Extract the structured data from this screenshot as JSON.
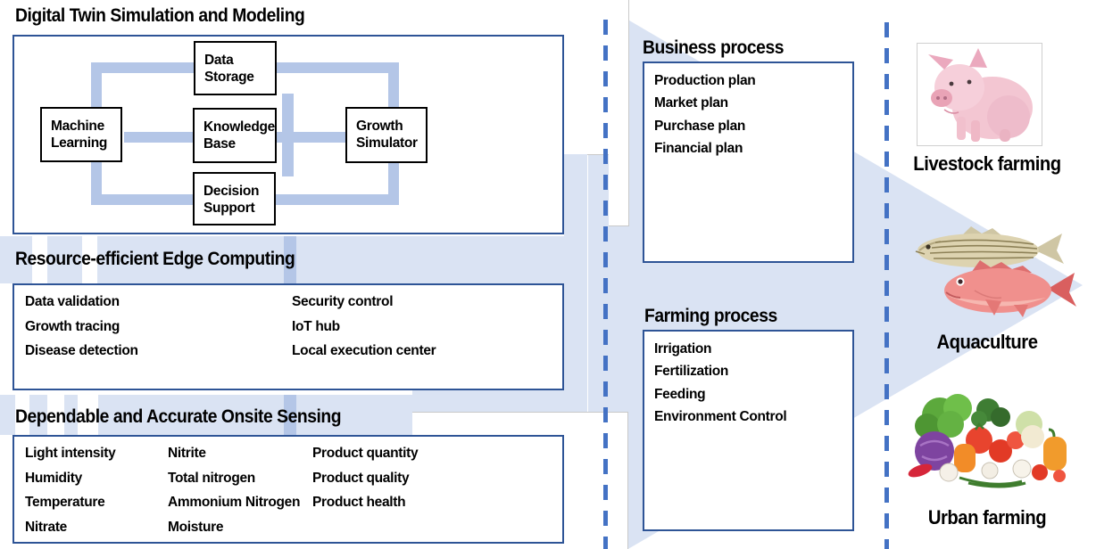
{
  "diagram": {
    "digital_twin": {
      "title": "Digital Twin Simulation and Modeling",
      "nodes": {
        "data_storage": "Data\nStorage",
        "machine_learning": "Machine\nLearning",
        "knowledge_base": "Knowledge\nBase",
        "growth_simulator": "Growth\nSimulator",
        "decision_support": "Decision\nSupport"
      }
    },
    "edge_computing": {
      "title": "Resource-efficient Edge Computing",
      "col1": [
        "Data validation",
        "Growth tracing",
        "Disease detection"
      ],
      "col2": [
        "Security control",
        "IoT hub",
        "Local execution center"
      ]
    },
    "sensing": {
      "title": "Dependable and Accurate Onsite Sensing",
      "col1": [
        "Light intensity",
        "Humidity",
        "Temperature",
        "Nitrate"
      ],
      "col2": [
        "Nitrite",
        "Total nitrogen",
        "Ammonium Nitrogen",
        "Moisture"
      ],
      "col3": [
        "Product quantity",
        "Product quality",
        "Product health"
      ]
    },
    "business_process": {
      "title": "Business process",
      "items": [
        "Production plan",
        "Market plan",
        "Purchase plan",
        "Financial plan"
      ]
    },
    "farming_process": {
      "title": "Farming process",
      "items": [
        "Irrigation",
        "Fertilization",
        "Feeding",
        "Environment Control"
      ]
    },
    "applications": {
      "livestock": {
        "label": "Livestock farming",
        "image": "pig-image"
      },
      "aquaculture": {
        "label": "Aquaculture",
        "image": "fish-image"
      },
      "urban": {
        "label": "Urban farming",
        "image": "vegetables-image"
      }
    },
    "colors": {
      "arrow_fill": "#dae3f3",
      "connector": "#b4c6e7",
      "section_border": "#2e5496",
      "node_border": "#000000",
      "dashed_line": "#4472c4"
    }
  }
}
